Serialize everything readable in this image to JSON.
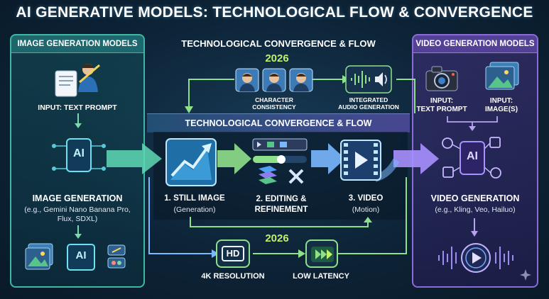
{
  "title": "AI GENERATIVE MODELS: TECHNOLOGICAL FLOW & CONVERGENCE",
  "left_panel": {
    "heading": "IMAGE GENERATION MODELS",
    "input_label": "INPUT: TEXT PROMPT",
    "chip_text": "AI",
    "gen_title": "IMAGE GENERATION",
    "gen_examples": "(e.g., Gemini Nano Banana Pro, Flux, SDXL)",
    "bottom_chip_text": "AI"
  },
  "right_panel": {
    "heading": "VIDEO GENERATION MODELS",
    "input1_line1": "INPUT:",
    "input1_line2": "TEXT PROMPT",
    "input2_line1": "INPUT:",
    "input2_line2": "IMAGE(S)",
    "chip_text": "AI",
    "gen_title": "VIDEO GENERATION",
    "gen_examples": "(e.g., Kling, Veo, Hailuo)"
  },
  "center": {
    "top_title": "TECHNOLOGICAL CONVERGENCE & FLOW",
    "top_year": "2026",
    "character_line1": "CHARACTER",
    "character_line2": "CONSISTENCY",
    "audio_line1": "INTEGRATED",
    "audio_line2": "AUDIO GENERATION",
    "band_title": "TECHNOLOGICAL CONVERGENCE & FLOW",
    "stage1_title": "1. STILL IMAGE",
    "stage1_sub": "(Generation)",
    "stage2_title": "2. EDITING &",
    "stage2_title2": "REFINEMENT",
    "stage3_title": "3. VIDEO",
    "stage3_sub": "(Motion)",
    "bottom_year": "2026",
    "hd_badge": "HD",
    "resolution_label": "4K RESOLUTION",
    "latency_label": "LOW LATENCY"
  },
  "colors": {
    "teal": "#3fb7a5",
    "purple": "#8e6ad8",
    "accent_green": "#bff06a",
    "arrow_green": "#8fe08a"
  }
}
